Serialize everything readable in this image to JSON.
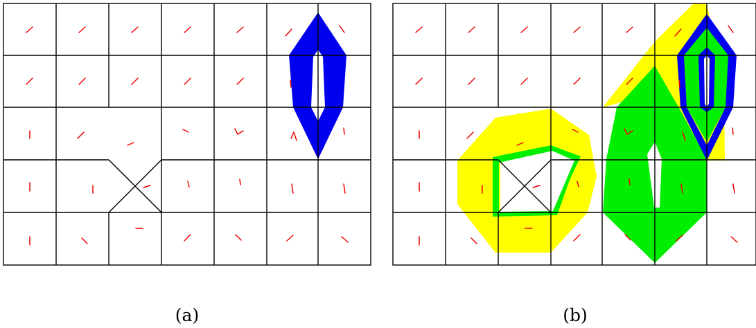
{
  "figure": {
    "panels": [
      {
        "id": "a",
        "caption": "(a)",
        "fills": [
          {
            "color": "#0000ee",
            "tier": "blue"
          }
        ]
      },
      {
        "id": "b",
        "caption": "(b)",
        "fills": [
          {
            "color": "#ffff00",
            "tier": "yellow"
          },
          {
            "color": "#00ee00",
            "tier": "green"
          },
          {
            "color": "#0000ee",
            "tier": "blue"
          }
        ]
      }
    ],
    "grid": {
      "rows": 5,
      "cols": 7,
      "line_color": "#000000"
    },
    "arrow_color": "#ee0000"
  }
}
